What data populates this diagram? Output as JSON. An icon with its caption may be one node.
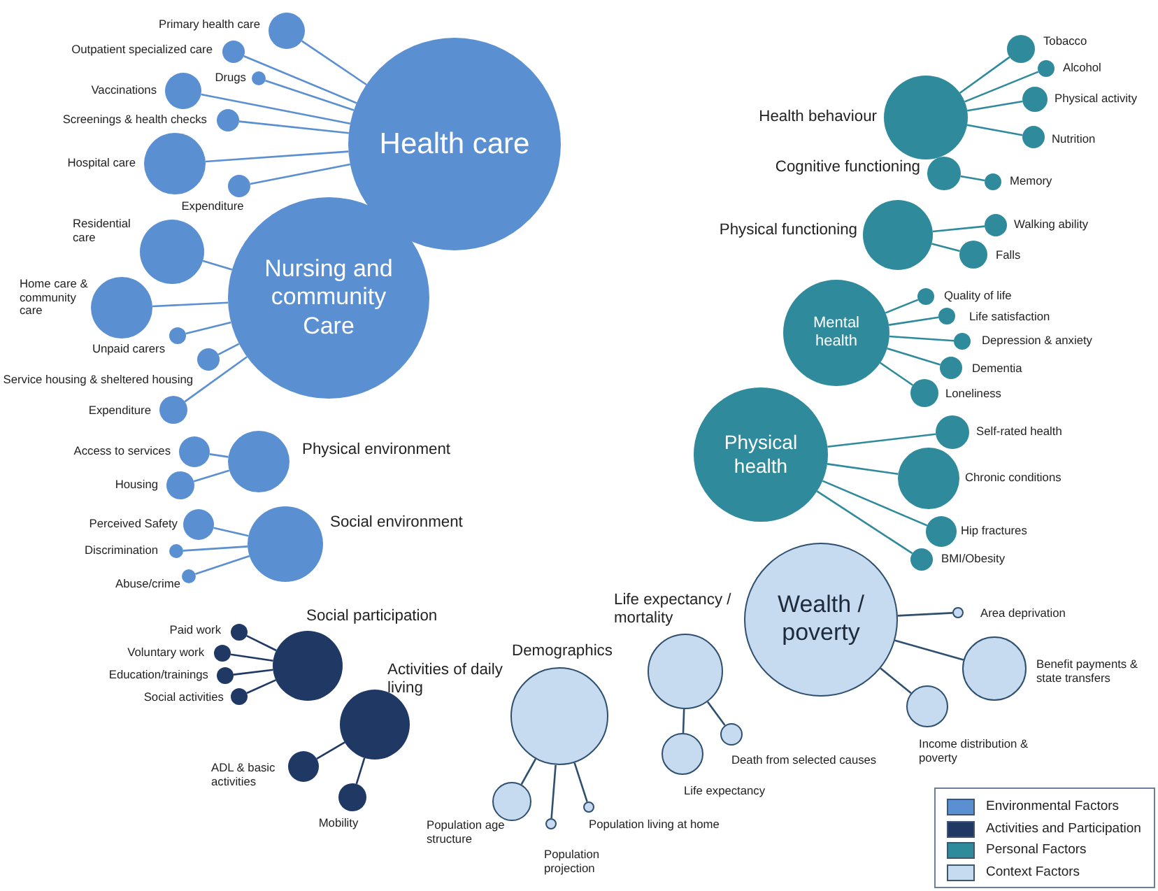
{
  "diagram": {
    "nodes": [
      {
        "text": [
          "Health care"
        ]
      },
      {
        "text": [
          "Primary health care"
        ]
      },
      {
        "text": [
          "Outpatient specialized care"
        ]
      },
      {
        "text": [
          "Drugs"
        ]
      },
      {
        "text": [
          "Vaccinations"
        ]
      },
      {
        "text": [
          "Screenings & health checks"
        ]
      },
      {
        "text": [
          "Hospital care"
        ]
      },
      {
        "text": [
          "Expenditure"
        ]
      },
      {
        "text": [
          "Nursing and community Care"
        ]
      },
      {
        "text": [
          "Residential care"
        ]
      },
      {
        "text": [
          "Home care & community care"
        ]
      },
      {
        "text": [
          "Unpaid carers"
        ]
      },
      {
        "text": [
          "Service housing & sheltered housing"
        ]
      },
      {
        "text": [
          "Expenditure"
        ]
      },
      {
        "text": [
          "Physical environment"
        ]
      },
      {
        "text": [
          "Access to services"
        ]
      },
      {
        "text": [
          "Housing"
        ]
      },
      {
        "text": [
          "Social environment"
        ]
      },
      {
        "text": [
          "Perceived Safety"
        ]
      },
      {
        "text": [
          "Discrimination"
        ]
      },
      {
        "text": [
          "Abuse/crime"
        ]
      },
      {
        "text": [
          "Social participation"
        ]
      },
      {
        "text": [
          "Paid work"
        ]
      },
      {
        "text": [
          "Voluntary work"
        ]
      },
      {
        "text": [
          "Education/trainings"
        ]
      },
      {
        "text": [
          "Social activities"
        ]
      },
      {
        "text": [
          "Activities of daily living"
        ]
      },
      {
        "text": [
          "ADL & basic activities"
        ]
      },
      {
        "text": [
          "Mobility"
        ]
      },
      {
        "text": [
          "Health behaviour"
        ]
      },
      {
        "text": [
          "Tobacco"
        ]
      },
      {
        "text": [
          "Alcohol"
        ]
      },
      {
        "text": [
          "Physical activity"
        ]
      },
      {
        "text": [
          "Nutrition"
        ]
      },
      {
        "text": [
          "Cognitive functioning"
        ]
      },
      {
        "text": [
          "Memory"
        ]
      },
      {
        "text": [
          "Physical functioning"
        ]
      },
      {
        "text": [
          "Walking ability"
        ]
      },
      {
        "text": [
          "Falls"
        ]
      },
      {
        "text": [
          "Mental health"
        ]
      },
      {
        "text": [
          "Quality of life"
        ]
      },
      {
        "text": [
          "Life satisfaction"
        ]
      },
      {
        "text": [
          "Depression & anxiety"
        ]
      },
      {
        "text": [
          "Dementia"
        ]
      },
      {
        "text": [
          "Loneliness"
        ]
      },
      {
        "text": [
          "Physical health"
        ]
      },
      {
        "text": [
          "Self-rated health"
        ]
      },
      {
        "text": [
          "Chronic conditions"
        ]
      },
      {
        "text": [
          "Hip fractures"
        ]
      },
      {
        "text": [
          "BMI/Obesity"
        ]
      },
      {
        "text": [
          "Wealth / poverty"
        ]
      },
      {
        "text": [
          "Area deprivation"
        ]
      },
      {
        "text": [
          "Benefit payments & state transfers"
        ]
      },
      {
        "text": [
          "Income distribution & poverty"
        ]
      },
      {
        "text": [
          "Life expectancy / mortality"
        ]
      },
      {
        "text": [
          "Life expectancy"
        ]
      },
      {
        "text": [
          "Death from selected causes"
        ]
      },
      {
        "text": [
          "Demographics"
        ]
      },
      {
        "text": [
          "Population age structure"
        ]
      },
      {
        "text": [
          "Population projection"
        ]
      },
      {
        "text": [
          "Population living at home"
        ]
      }
    ],
    "edges": [
      {
        "from": 0,
        "to": 1,
        "arrow": "none"
      },
      {
        "from": 0,
        "to": 2,
        "arrow": "none"
      },
      {
        "from": 0,
        "to": 3,
        "arrow": "none"
      },
      {
        "from": 0,
        "to": 4,
        "arrow": "none"
      },
      {
        "from": 0,
        "to": 5,
        "arrow": "none"
      },
      {
        "from": 0,
        "to": 6,
        "arrow": "none"
      },
      {
        "from": 0,
        "to": 7,
        "arrow": "none"
      },
      {
        "from": 8,
        "to": 9,
        "arrow": "none"
      },
      {
        "from": 8,
        "to": 10,
        "arrow": "none"
      },
      {
        "from": 8,
        "to": 11,
        "arrow": "none"
      },
      {
        "from": 8,
        "to": 12,
        "arrow": "none"
      },
      {
        "from": 8,
        "to": 13,
        "arrow": "none"
      },
      {
        "from": 14,
        "to": 15,
        "arrow": "none"
      },
      {
        "from": 14,
        "to": 16,
        "arrow": "none"
      },
      {
        "from": 17,
        "to": 18,
        "arrow": "none"
      },
      {
        "from": 17,
        "to": 19,
        "arrow": "none"
      },
      {
        "from": 17,
        "to": 20,
        "arrow": "none"
      },
      {
        "from": 21,
        "to": 22,
        "arrow": "none",
        "color": "#1f3864"
      },
      {
        "from": 21,
        "to": 23,
        "arrow": "none",
        "color": "#1f3864"
      },
      {
        "from": 21,
        "to": 24,
        "arrow": "none",
        "color": "#1f3864"
      },
      {
        "from": 21,
        "to": 25,
        "arrow": "none",
        "color": "#1f3864"
      },
      {
        "from": 26,
        "to": 27,
        "arrow": "none",
        "color": "#1f3864"
      },
      {
        "from": 26,
        "to": 28,
        "arrow": "none",
        "color": "#1f3864"
      },
      {
        "from": 29,
        "to": 30,
        "arrow": "none",
        "color": "#2f8a9c"
      },
      {
        "from": 29,
        "to": 31,
        "arrow": "none",
        "color": "#2f8a9c"
      },
      {
        "from": 29,
        "to": 32,
        "arrow": "none",
        "color": "#2f8a9c"
      },
      {
        "from": 29,
        "to": 33,
        "arrow": "none",
        "color": "#2f8a9c"
      },
      {
        "from": 34,
        "to": 35,
        "arrow": "none",
        "color": "#2f8a9c"
      },
      {
        "from": 36,
        "to": 37,
        "arrow": "none",
        "color": "#2f8a9c"
      },
      {
        "from": 36,
        "to": 38,
        "arrow": "none",
        "color": "#2f8a9c"
      },
      {
        "from": 39,
        "to": 40,
        "arrow": "none",
        "color": "#2f8a9c"
      },
      {
        "from": 39,
        "to": 41,
        "arrow": "none",
        "color": "#2f8a9c"
      },
      {
        "from": 39,
        "to": 42,
        "arrow": "none",
        "color": "#2f8a9c"
      },
      {
        "from": 39,
        "to": 43,
        "arrow": "none",
        "color": "#2f8a9c"
      },
      {
        "from": 39,
        "to": 44,
        "arrow": "none",
        "color": "#2f8a9c"
      },
      {
        "from": 45,
        "to": 46,
        "arrow": "none",
        "color": "#2f8a9c"
      },
      {
        "from": 45,
        "to": 47,
        "arrow": "none",
        "color": "#2f8a9c"
      },
      {
        "from": 45,
        "to": 48,
        "arrow": "none",
        "color": "#2f8a9c"
      },
      {
        "from": 45,
        "to": 49,
        "arrow": "none",
        "color": "#2f8a9c"
      },
      {
        "from": 50,
        "to": 51,
        "arrow": "none",
        "color": "#2f4f6f"
      },
      {
        "from": 50,
        "to": 52,
        "arrow": "none",
        "color": "#2f4f6f"
      },
      {
        "from": 50,
        "to": 53,
        "arrow": "none",
        "color": "#2f4f6f"
      },
      {
        "from": 54,
        "to": 55,
        "arrow": "none",
        "color": "#2f4f6f"
      },
      {
        "from": 54,
        "to": 56,
        "arrow": "none",
        "color": "#2f4f6f"
      },
      {
        "from": 57,
        "to": 58,
        "arrow": "none",
        "color": "#2f4f6f"
      },
      {
        "from": 57,
        "to": 59,
        "arrow": "none",
        "color": "#2f4f6f"
      },
      {
        "from": 57,
        "to": 60,
        "arrow": "none",
        "color": "#2f4f6f"
      }
    ],
    "legend": [
      {
        "text": "Environmental Factors",
        "color": "#5a8fd2"
      },
      {
        "text": "Activities and Participation",
        "color": "#1f3864"
      },
      {
        "text": "Personal Factors",
        "color": "#2f8a9c"
      },
      {
        "text": "Context Factors",
        "color": "#c6daf0"
      }
    ]
  }
}
